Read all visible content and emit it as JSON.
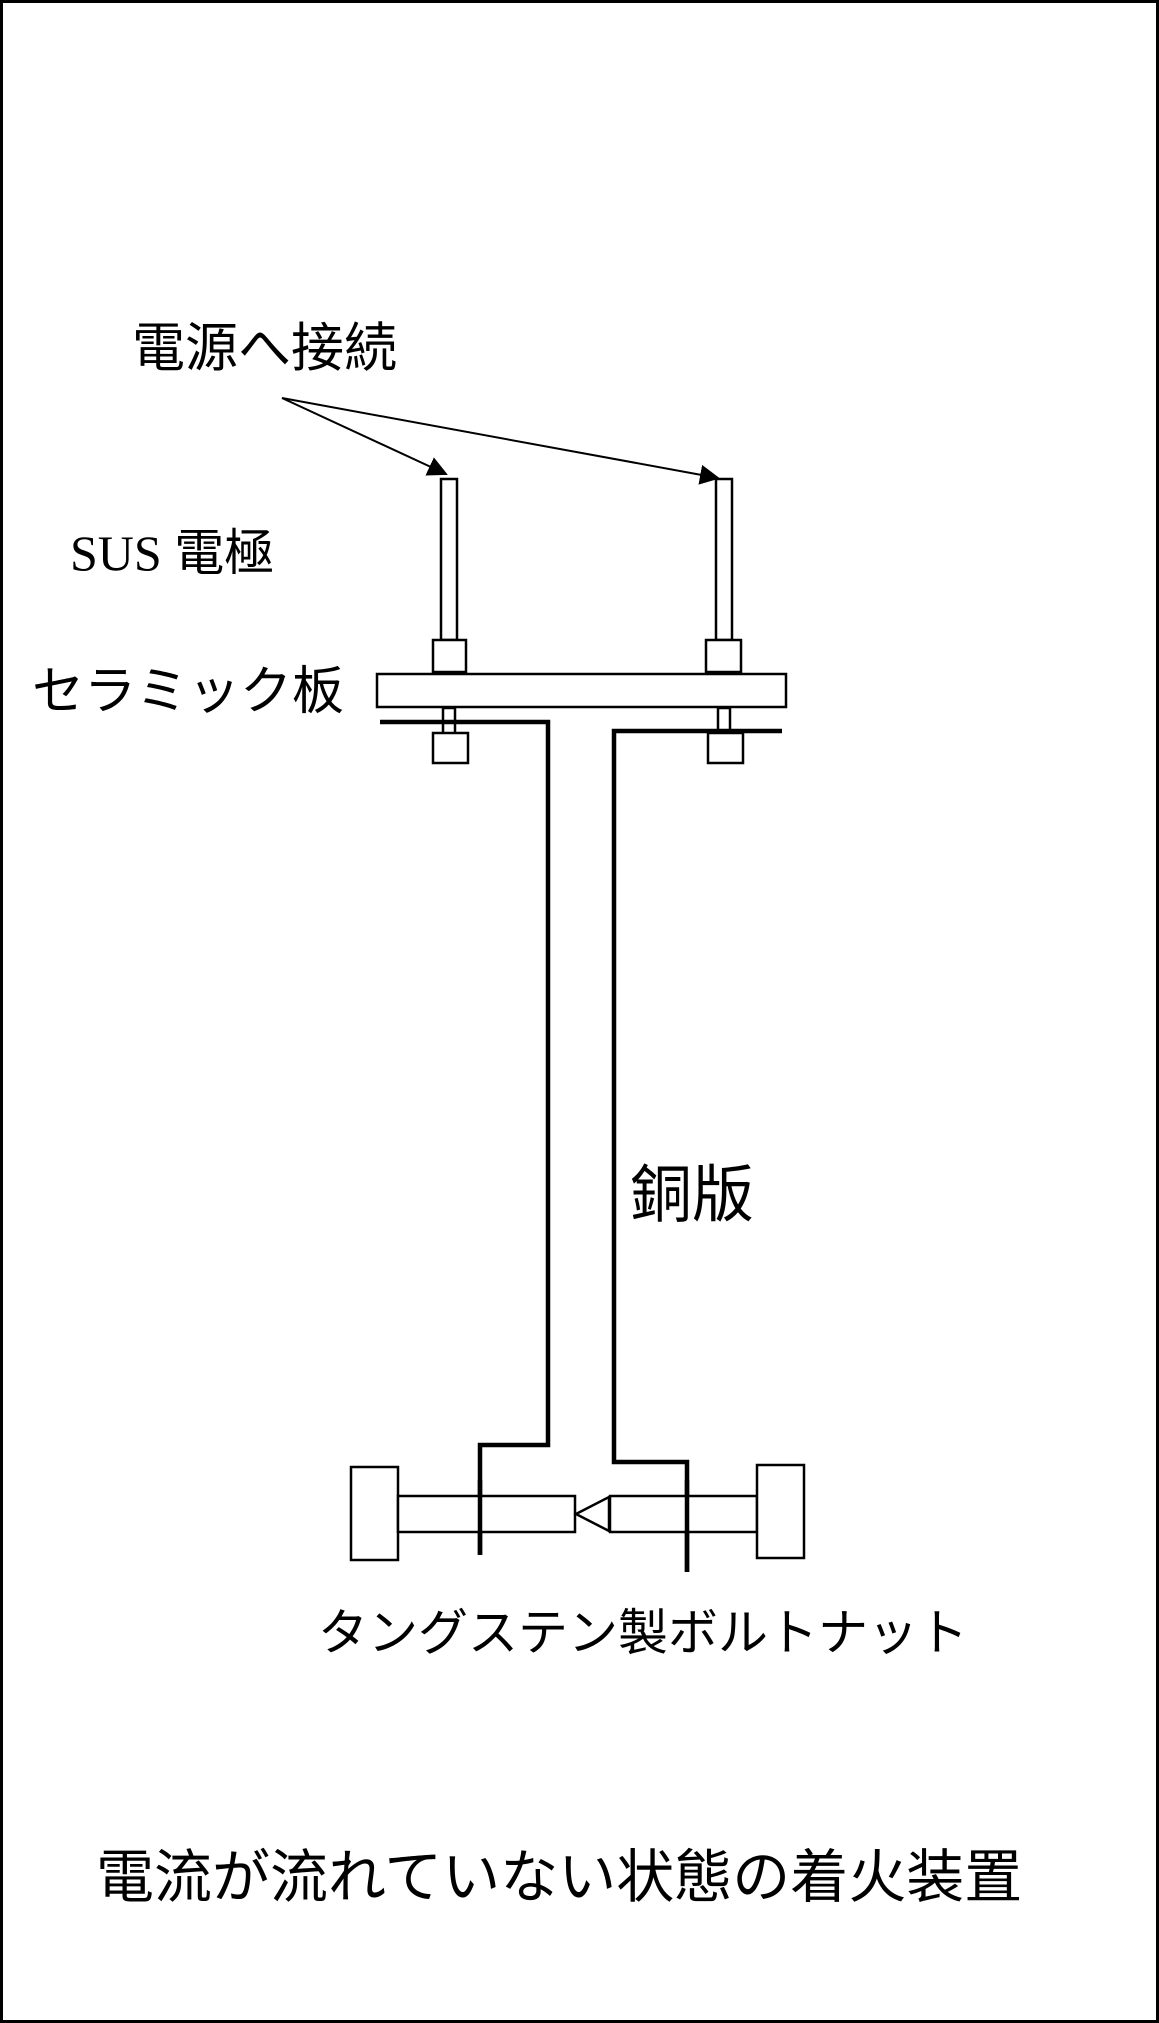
{
  "labels": {
    "power_connection": "電源へ接続",
    "sus_electrode": "SUS 電極",
    "ceramic_plate": "セラミック板",
    "copper_plate": "銅版",
    "tungsten_bolt_nut": "タングステン製ボルトナット"
  },
  "caption": "電流が流れていない状態の着火装置",
  "colors": {
    "line": "#000000",
    "background": "#ffffff"
  }
}
